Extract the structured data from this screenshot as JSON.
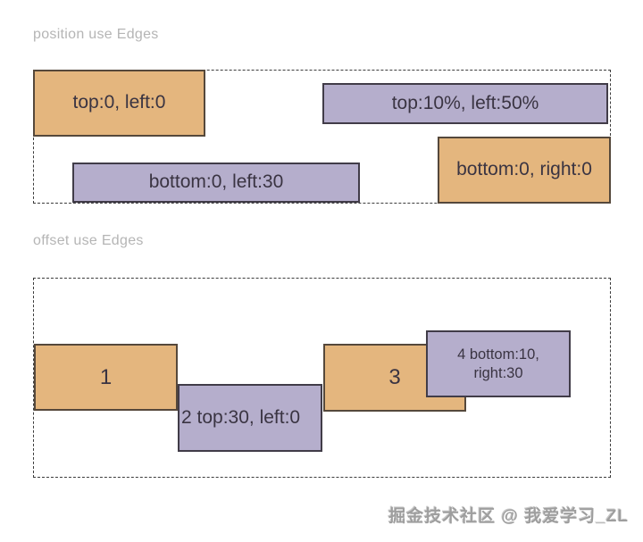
{
  "section1": {
    "title": "position use Edges",
    "boxes": {
      "top_left": {
        "label": "top:0, left:0",
        "variant": "orange"
      },
      "top_center": {
        "label": "top:10%, left:50%",
        "variant": "purple"
      },
      "bottom_left": {
        "label": "bottom:0, left:30",
        "variant": "purple"
      },
      "bottom_right": {
        "label": "bottom:0, right:0",
        "variant": "orange"
      }
    }
  },
  "section2": {
    "title": "offset use Edges",
    "boxes": {
      "box1": {
        "label": "1",
        "variant": "orange"
      },
      "box2": {
        "label": "2 top:30, left:0",
        "variant": "purple"
      },
      "box3": {
        "label": "3",
        "variant": "orange"
      },
      "box4": {
        "label": "4 bottom:10,\nright:30",
        "variant": "purple"
      }
    }
  },
  "watermark": {
    "text": "掘金技术社区 @ 我爱学习_ZL"
  },
  "colors": {
    "background": "#ffffff",
    "orange_fill": "#e4b67e",
    "orange_border": "#55483b",
    "purple_fill": "#b5aecc",
    "purple_border": "#413c48",
    "box_text": "#3a3442",
    "section_title": "#b5b5b5",
    "dashed_border": "#3c3c3c",
    "watermark_text": "#9e9e9e"
  }
}
